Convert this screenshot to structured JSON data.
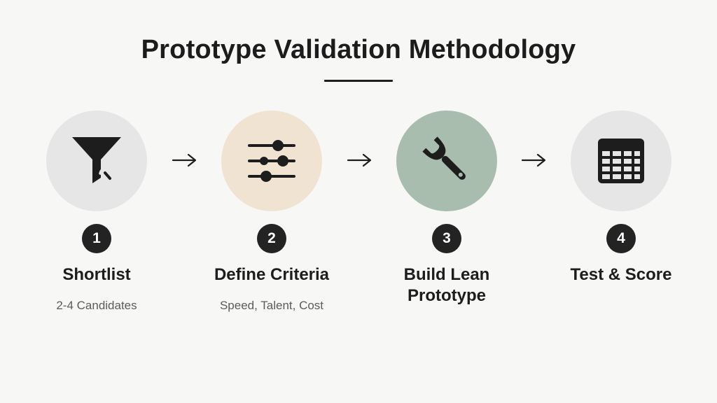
{
  "title": "Prototype Validation Methodology",
  "steps": [
    {
      "number": "1",
      "label": "Shortlist",
      "subtitle": "2-4 Candidates",
      "icon": "funnel-icon",
      "circle_color": "#e6e6e6"
    },
    {
      "number": "2",
      "label": "Define Criteria",
      "subtitle": "Speed, Talent, Cost",
      "icon": "sliders-icon",
      "circle_color": "#f1e3d2"
    },
    {
      "number": "3",
      "label": "Build Lean Prototype",
      "subtitle": "",
      "icon": "wrench-icon",
      "circle_color": "#a9bdae"
    },
    {
      "number": "4",
      "label": "Test & Score",
      "subtitle": "",
      "icon": "table-icon",
      "circle_color": "#e6e6e6"
    }
  ],
  "connector_icon": "arrow-right-icon",
  "colors": {
    "background": "#f7f7f6",
    "text": "#1d1d1d",
    "badge": "#232323",
    "subtitle": "#5b5b5b"
  }
}
